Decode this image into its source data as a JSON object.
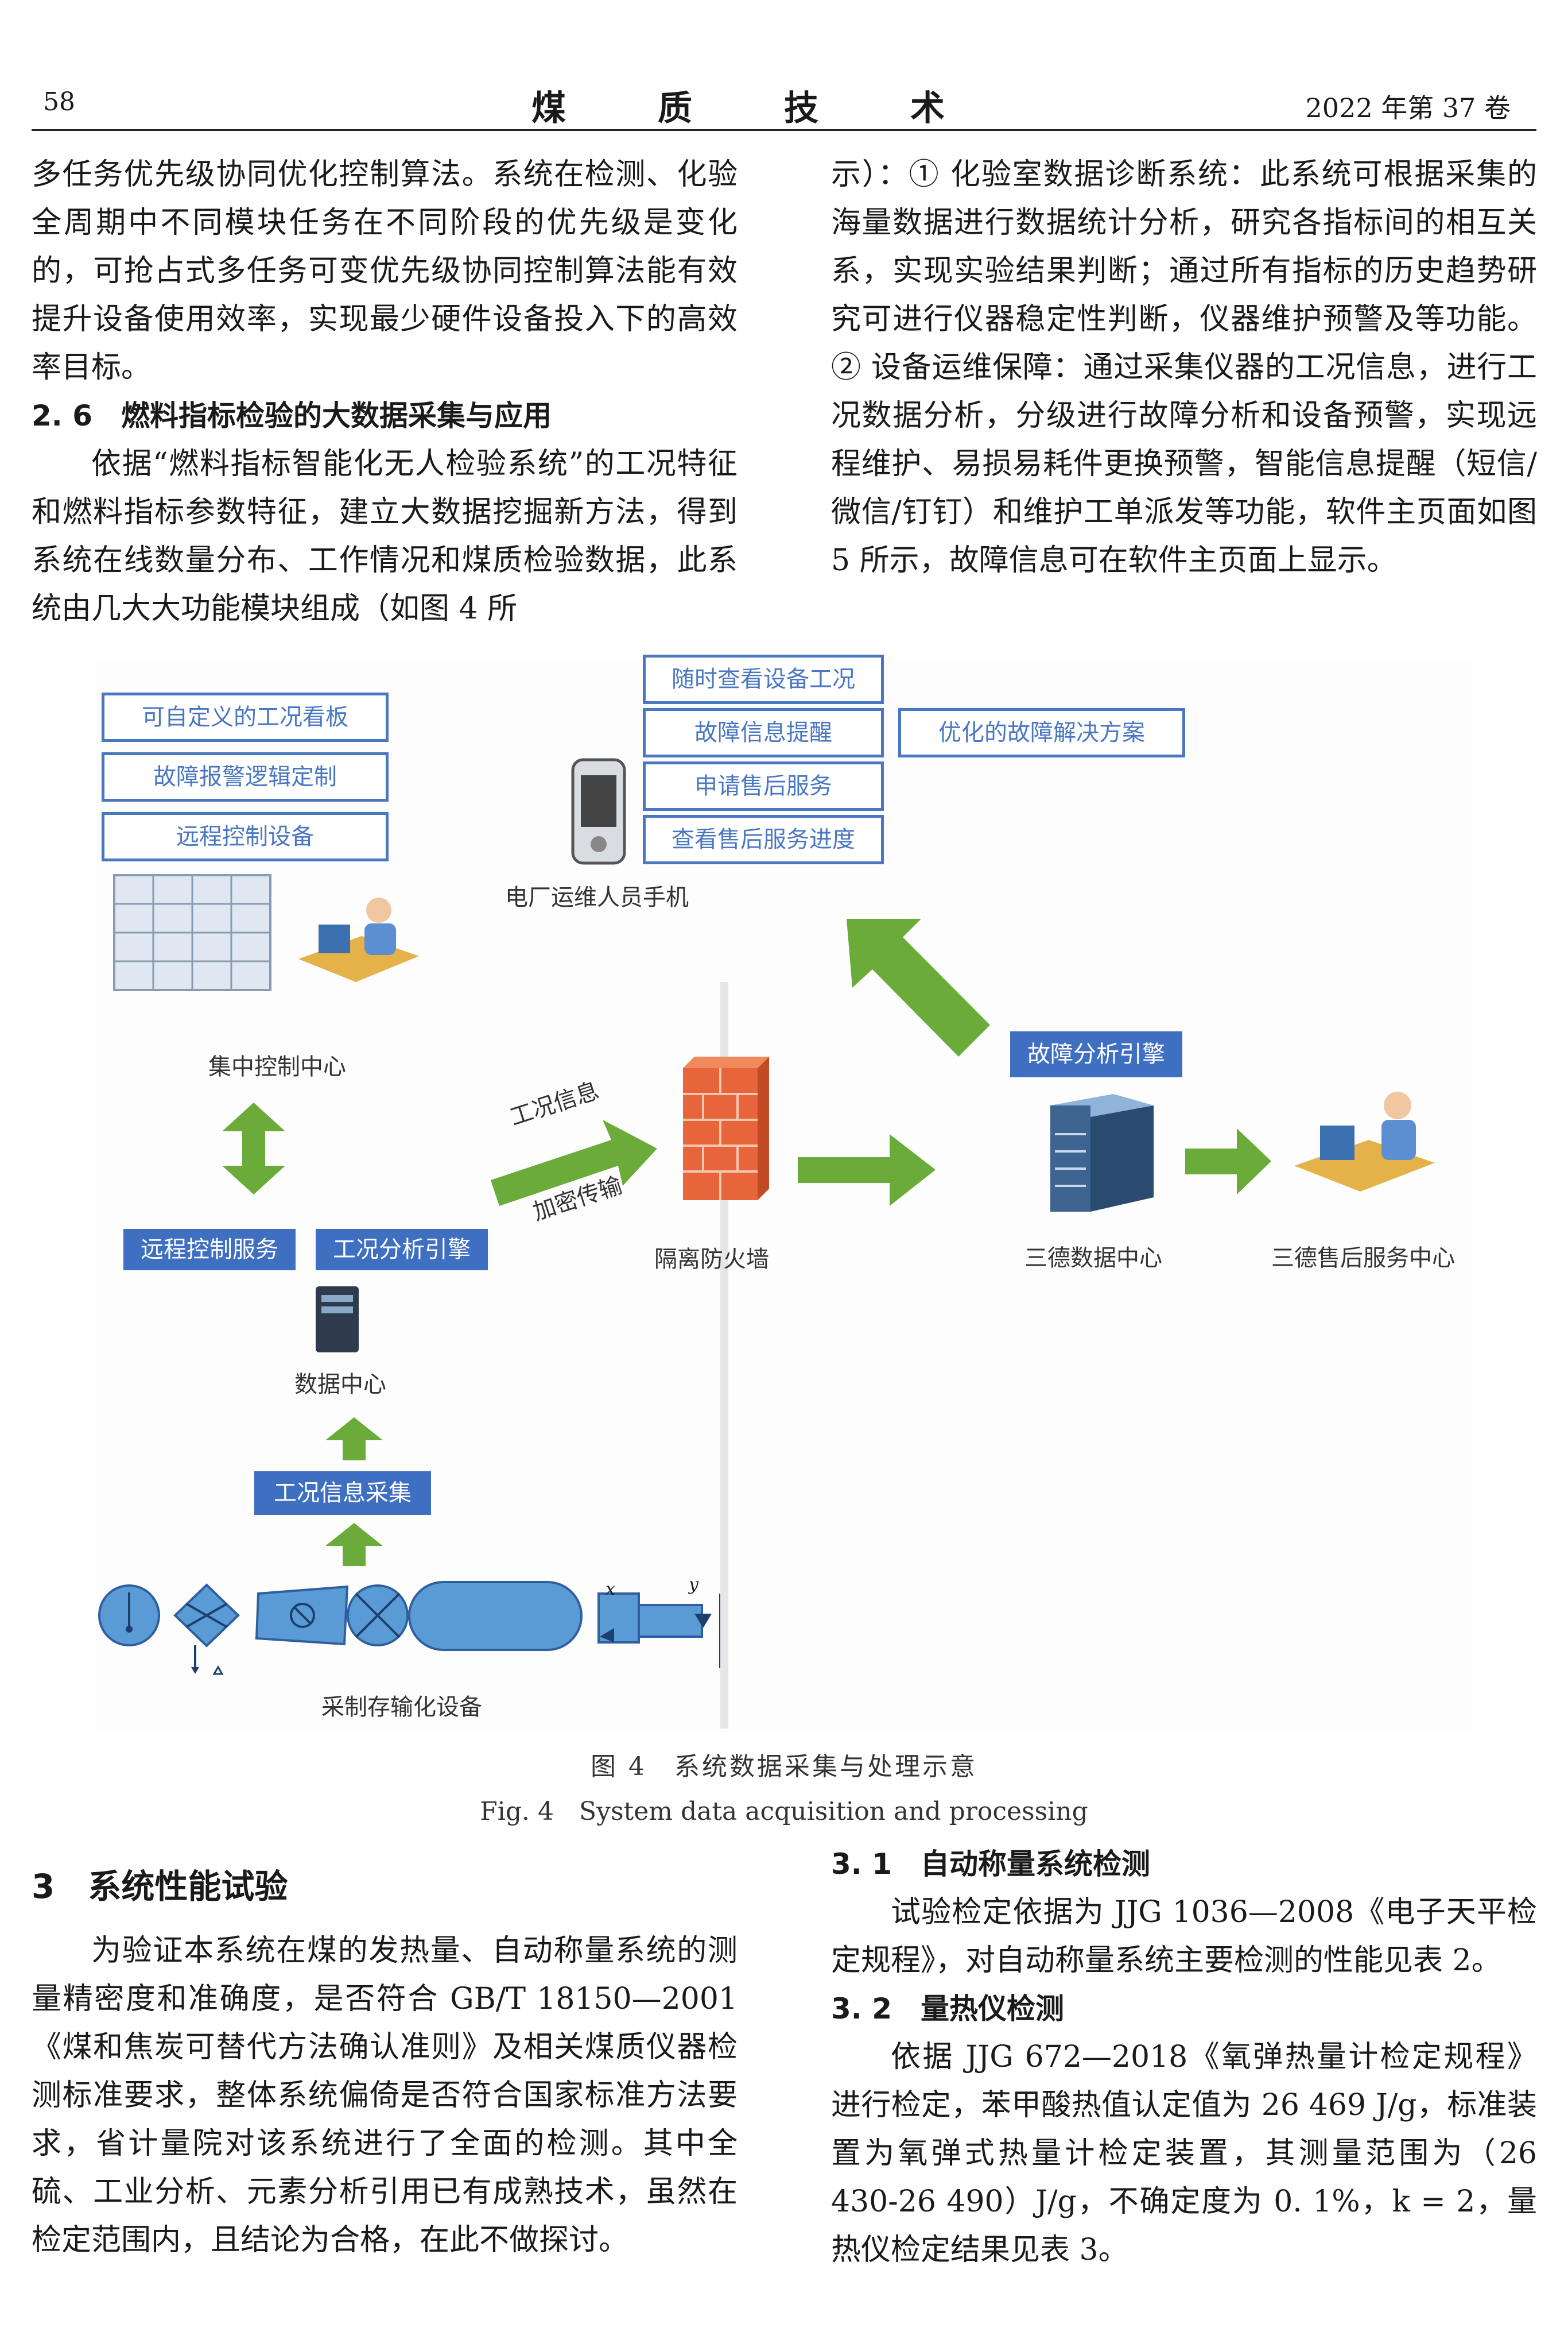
{
  "header": {
    "page_number": "58",
    "journal_title": "煤质技术",
    "volume": "2022 年第 37 卷"
  },
  "col_left_top": {
    "p1": "多任务优先级协同优化控制算法。系统在检测、化验全周期中不同模块任务在不同阶段的优先级是变化的，可抢占式多任务可变优先级协同控制算法能有效提升设备使用效率，实现最少硬件设备投入下的高效率目标。",
    "h26": "2. 6　燃料指标检验的大数据采集与应用",
    "p2": "依据“燃料指标智能化无人检验系统”的工况特征和燃料指标参数特征，建立大数据挖掘新方法，得到系统在线数量分布、工作情况和煤质检验数据，此系统由几大大功能模块组成（如图 4 所"
  },
  "col_right_top": {
    "p1": "示）：① 化验室数据诊断系统：此系统可根据采集的海量数据进行数据统计分析，研究各指标间的相互关系，实现实验结果判断；通过所有指标的历史趋势研究可进行仪器稳定性判断，仪器维护预警及等功能。② 设备运维保障：通过采集仪器的工况信息，进行工况数据分析，分级进行故障分析和设备预警，实现远程维护、易损易耗件更换预警，智能信息提醒（短信/微信/钉钉）和维护工单派发等功能，软件主页面如图 5 所示，故障信息可在软件主页面上显示。"
  },
  "figure": {
    "left_boxes": [
      "可自定义的工况看板",
      "故障报警逻辑定制",
      "远程控制设备"
    ],
    "phone_boxes": [
      "随时查看设备工况",
      "故障信息提醒",
      "申请售后服务",
      "查看售后服务进度"
    ],
    "solution_box": "优化的故障解决方案",
    "phone_label": "电厂运维人员手机",
    "control_center_label": "集中控制中心",
    "remote_service_box": "远程控制服务",
    "analysis_engine_box": "工况分析引擎",
    "data_center_label": "数据中心",
    "collection_box": "工况信息采集",
    "equipment_label": "采制存输化设备",
    "arrow_text_top": "工况信息",
    "arrow_text_bottom": "加密传输",
    "firewall_label": "隔离防火墙",
    "fault_engine_box": "故障分析引擎",
    "sande_data_center_label": "三德数据中心",
    "sande_service_label": "三德售后服务中心",
    "symbol_x": "x",
    "symbol_y": "y",
    "caption_cn": "图 4　系统数据采集与处理示意",
    "caption_en": "Fig. 4　System data acquisition and processing"
  },
  "col_left_bottom": {
    "h3": "3　系统性能试验",
    "p1": "为验证本系统在煤的发热量、自动称量系统的测量精密度和准确度，是否符合 GB/T 18150—2001《煤和焦炭可替代方法确认准则》及相关煤质仪器检测标准要求，整体系统偏倚是否符合国家标准方法要求，省计量院对该系统进行了全面的检测。其中全硫、工业分析、元素分析引用已有成熟技术，虽然在检定范围内，且结论为合格，在此不做探讨。"
  },
  "col_right_bottom": {
    "h31": "3. 1　自动称量系统检测",
    "p1": "试验检定依据为 JJG 1036—2008《电子天平检定规程》，对自动称量系统主要检测的性能见表 2。",
    "h32": "3. 2　量热仪检测",
    "p2": "依据 JJG 672—2018《氧弹热量计检定规程》进行检定，苯甲酸热值认定值为 26 469 J/g，标准装置为氧弹式热量计检定装置，其测量范围为（26 430-26 490）J/g，不确定度为 0. 1%，k = 2，量热仪检定结果见表 3。"
  },
  "colors": {
    "blue_box": "#3f6fc1",
    "blue_outline": "#4a77c1",
    "green_arrow": "#6aab3a",
    "firewall": "#e8643a"
  }
}
